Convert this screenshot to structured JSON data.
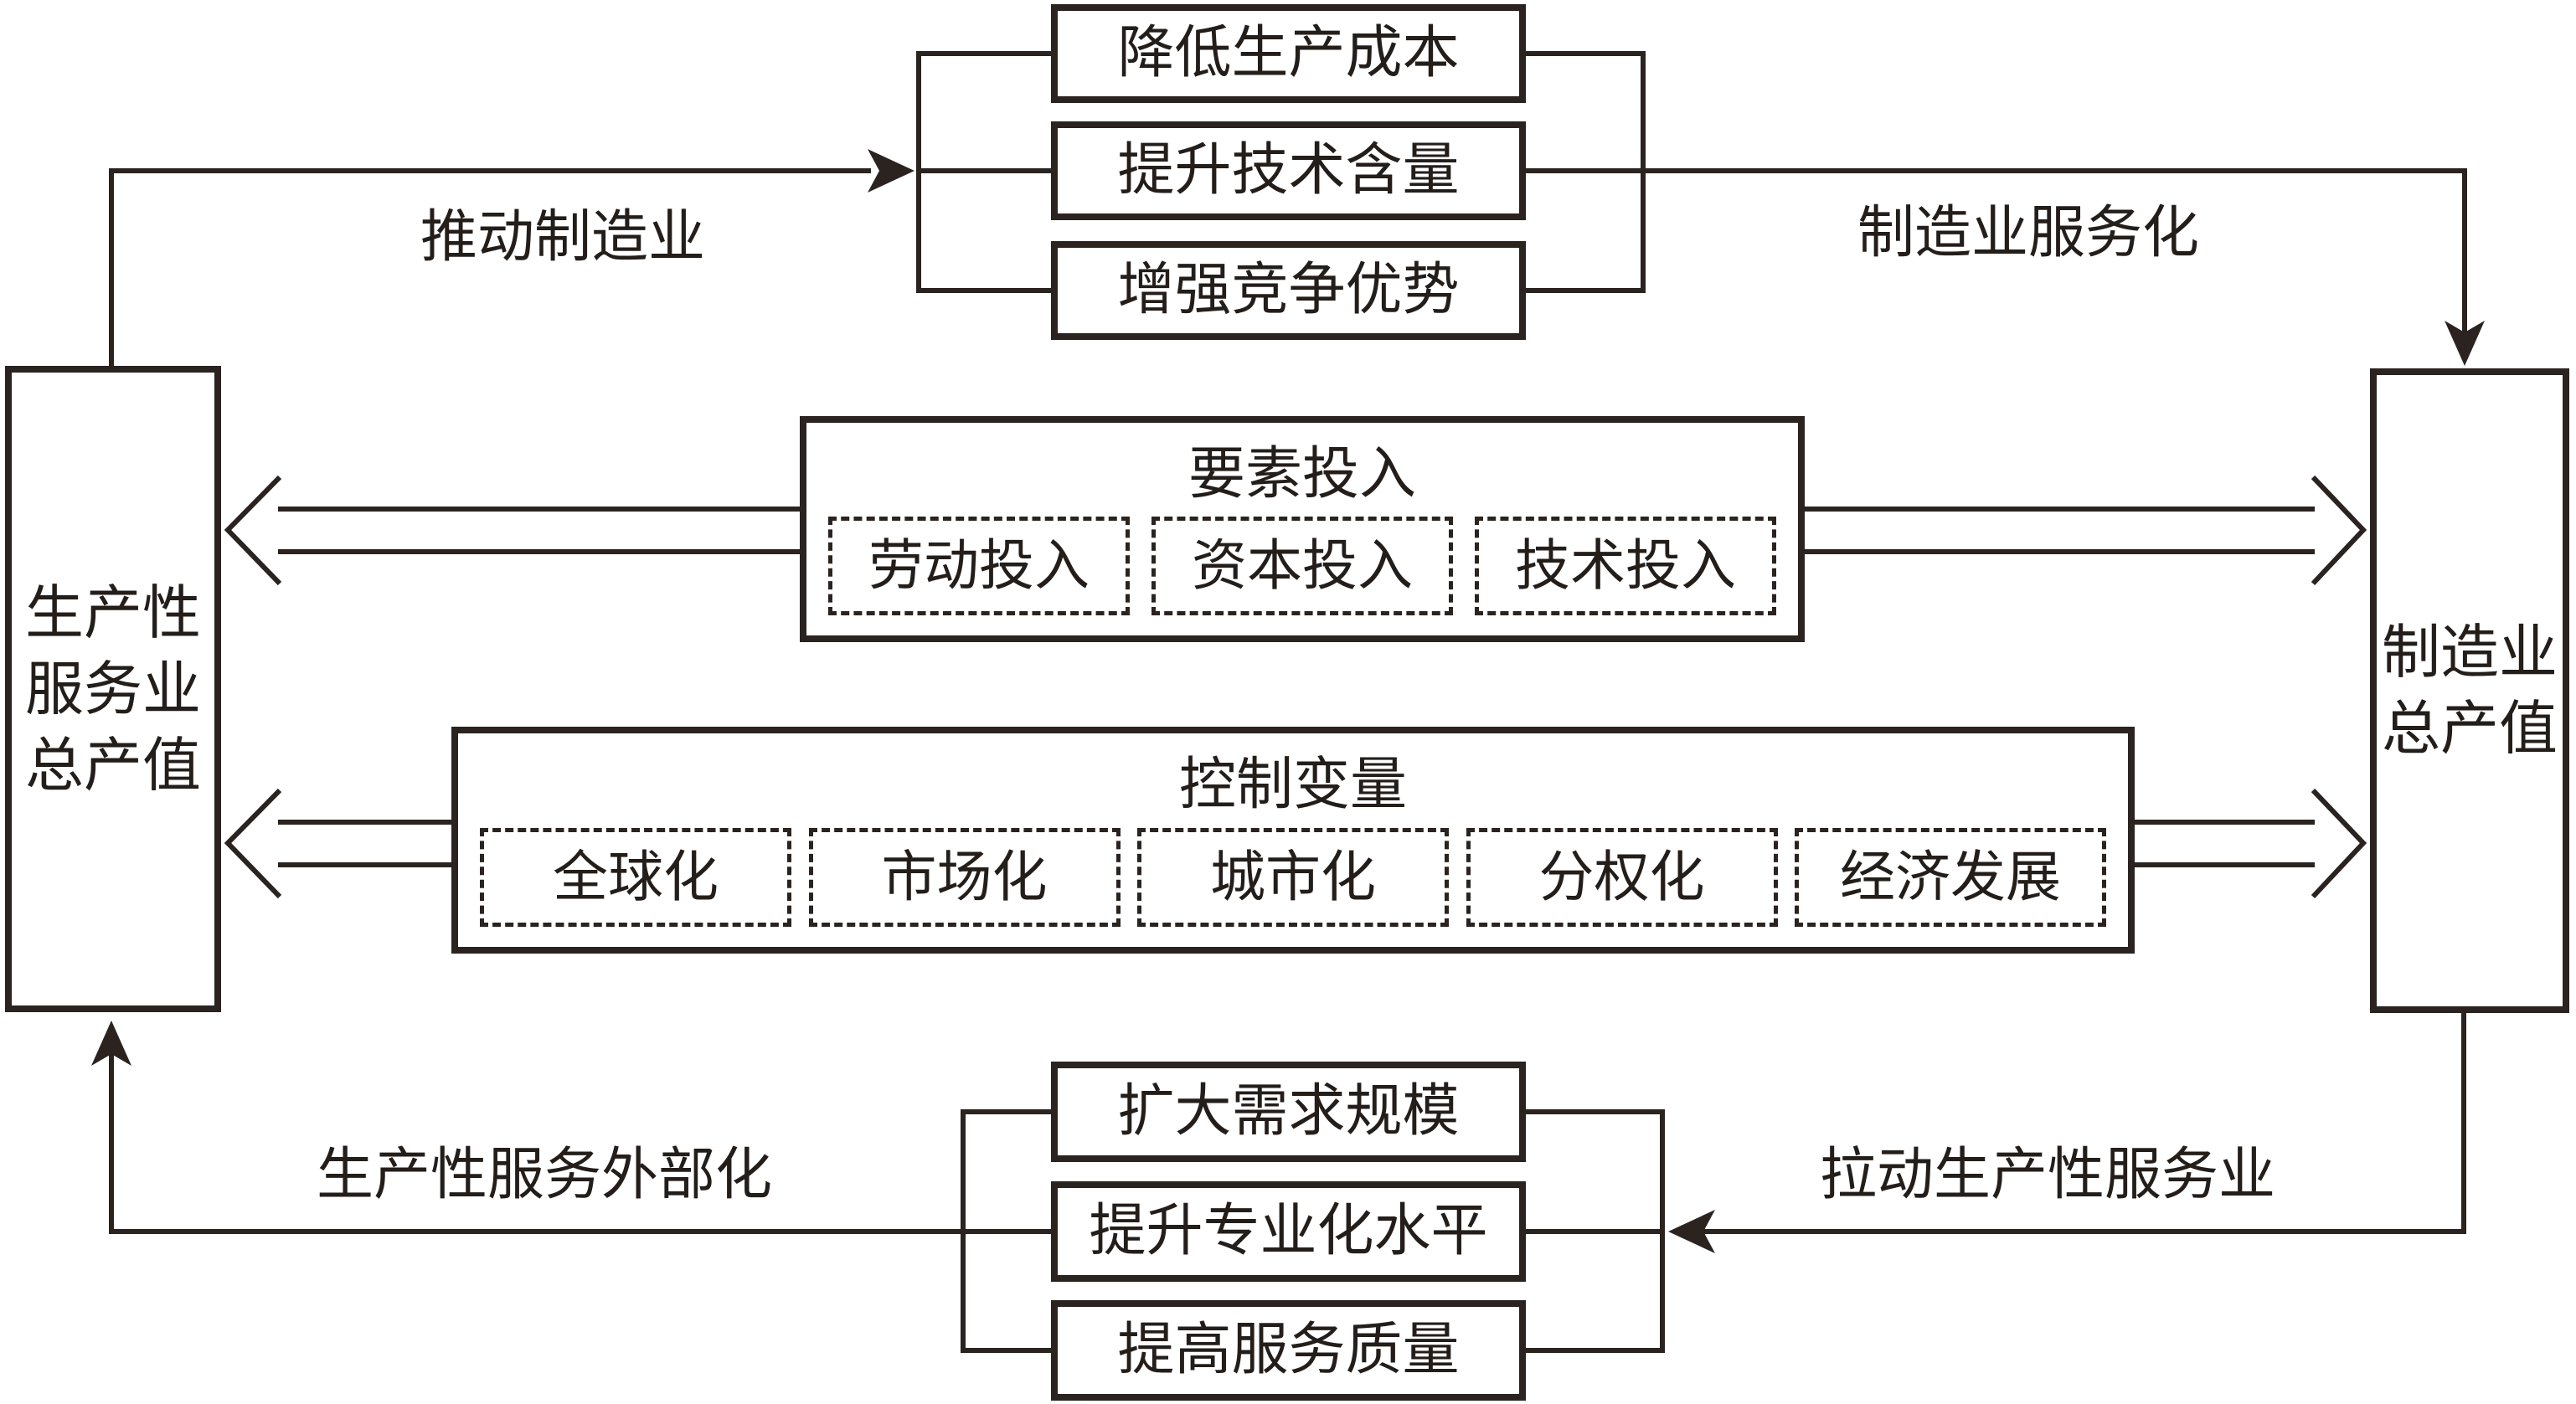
{
  "meta": {
    "background_color": "#ffffff",
    "line_color": "#2a2320",
    "diagram_type": "two-way interaction mechanism between producer services and manufacturing"
  },
  "nodes": {
    "producer_services": {
      "label": "生产性\n服务业\n总产值"
    },
    "manufacturing": {
      "label": "制造业\n总产值"
    }
  },
  "top_flow": {
    "left_label": "推动制造业",
    "right_label": "制造业服务化",
    "effects": [
      "降低生产成本",
      "提升技术含量",
      "增强竞争优势"
    ]
  },
  "bottom_flow": {
    "left_label": "生产性服务外部化",
    "right_label": "拉动生产性服务业",
    "effects": [
      "扩大需求规模",
      "提升专业化水平",
      "提高服务质量"
    ]
  },
  "factor_inputs": {
    "title": "要素投入",
    "items": [
      "劳动投入",
      "资本投入",
      "技术投入"
    ]
  },
  "control_variables": {
    "title": "控制变量",
    "items": [
      "全球化",
      "市场化",
      "城市化",
      "分权化",
      "经济发展"
    ]
  }
}
